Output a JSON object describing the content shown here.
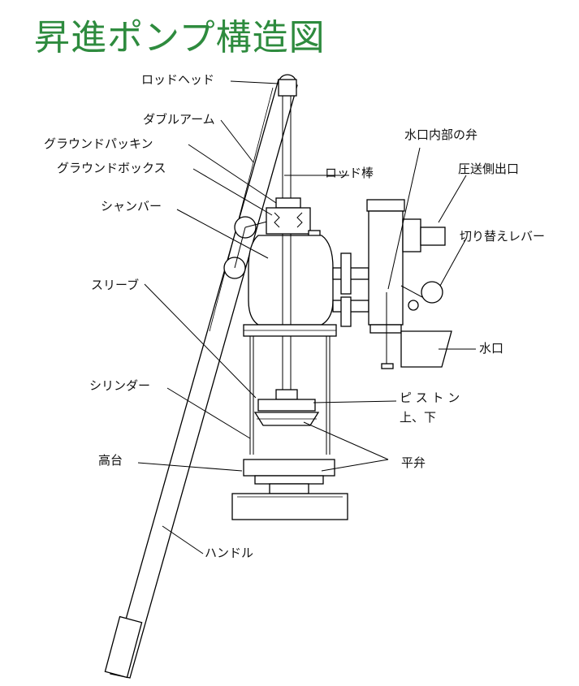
{
  "title": "昇進ポンプ構造図",
  "colors": {
    "title": "#2e8b3e",
    "line": "#000000",
    "background": "#ffffff"
  },
  "labels": {
    "rod_head": "ロッドヘッド",
    "double_arm": "ダブルアーム",
    "ground_packing": "グラウンドパッキン",
    "ground_box": "グラウンドボックス",
    "rod_bar": "ロッド棒",
    "chamber": "シャンバー",
    "sleeve": "スリーブ",
    "cylinder": "シリンダー",
    "base": "高台",
    "handle": "ハンドル",
    "spout_valve": "水口内部の弁",
    "pressure_outlet": "圧送側出口",
    "switch_lever": "切り替えレバー",
    "spout": "水口",
    "piston_line1": "ピ ス ト ン",
    "piston_line2": "上、下",
    "flat_valve": "平弁"
  }
}
